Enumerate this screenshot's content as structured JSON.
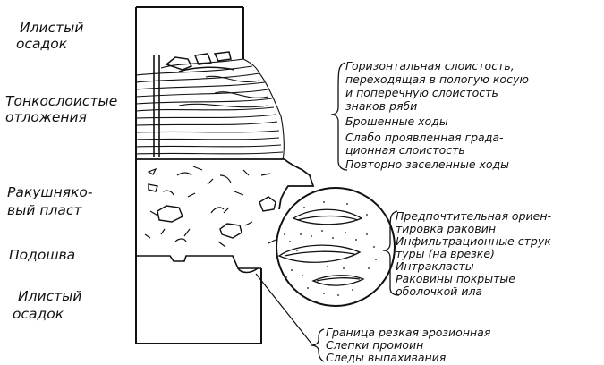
{
  "diagram": {
    "left_labels": [
      {
        "id": "ilisty-osadok-top",
        "lines": [
          "Илистый",
          "осадок"
        ]
      },
      {
        "id": "tonkosloistye",
        "lines": [
          "Тонкослоистые",
          "отложения"
        ]
      },
      {
        "id": "rakushnyak",
        "lines": [
          "Ракушняко-",
          "вый пласт"
        ]
      },
      {
        "id": "podoshva",
        "lines": [
          "Подошва"
        ]
      },
      {
        "id": "ilisty-osadok-bottom",
        "lines": [
          "Илистый",
          "осадок"
        ]
      }
    ],
    "upper_annotations": [
      "Горизонтальная слоистость,",
      "переходящая в пологую косую",
      "и поперечную слоистость",
      "знаков ряби",
      "Брошенные ходы",
      "Слабо проявленная града-",
      "ционная слоистость",
      "Повторно заселенные ходы"
    ],
    "middle_annotations": [
      "Предпочтительная ориен-",
      "тировка раковин",
      "Инфильтрационные струк-",
      "туры (на врезке)",
      "Интракласты",
      "Раковины покрытые",
      "оболочкой ила"
    ],
    "lower_annotations": [
      "Граница резкая эрозионная",
      "Слепки промоин",
      "Следы выпахивания"
    ]
  }
}
